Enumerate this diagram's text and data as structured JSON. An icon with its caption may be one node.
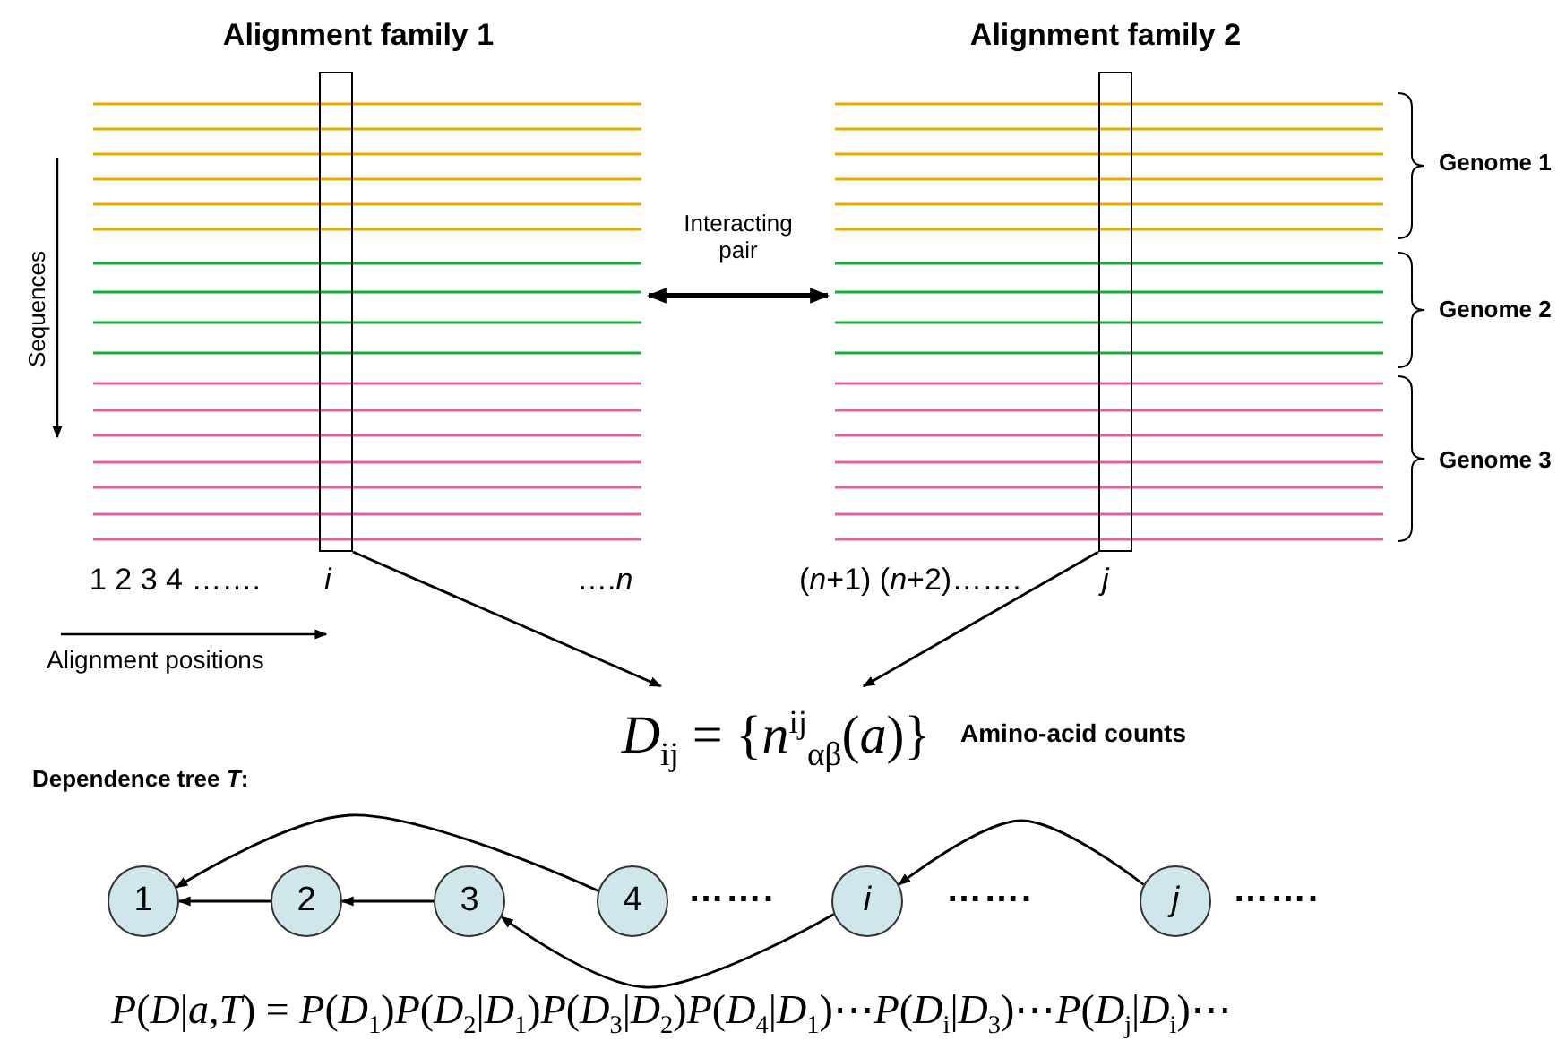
{
  "diagram": {
    "nodes": [
      {
        "text": [
          "Alignment family 1"
        ]
      },
      {
        "text": [],
        "shape": "box",
        "in": 0
      },
      {
        "text": [
          "Alignment family 2"
        ]
      },
      {
        "text": [],
        "shape": "box",
        "in": 2
      },
      {
        "text": [
          "*D*$_{ij}$ = {*n*$^{ij}$$_{αβ}$(*a*)}"
        ],
        "beside": [
          "Amino-acid counts"
        ]
      },
      {
        "text": [
          "1"
        ]
      },
      {
        "text": [
          "2"
        ]
      },
      {
        "text": [
          "3"
        ]
      },
      {
        "text": [
          "4"
        ]
      },
      {
        "text": [
          "*i*"
        ]
      },
      {
        "text": [
          "*j*"
        ]
      }
    ],
    "edges": [
      {
        "from": 0,
        "to": 2,
        "arrow": "both",
        "label": "Interacting pair",
        "style": "thick"
      },
      {
        "from": 1,
        "to": 4,
        "arrow": "to"
      },
      {
        "from": 3,
        "to": 4,
        "arrow": "to"
      },
      {
        "from": 6,
        "to": 5,
        "arrow": "to"
      },
      {
        "from": 7,
        "to": 6,
        "arrow": "to"
      },
      {
        "from": 8,
        "to": 5,
        "arrow": "to"
      },
      {
        "from": 9,
        "to": 7,
        "arrow": "to"
      },
      {
        "from": 10,
        "to": 9,
        "arrow": "to"
      }
    ],
    "labels": [
      "Genome 1",
      "Genome 2",
      "Genome 3",
      "Sequences",
      "1 2 3 4 …….",
      "*i*",
      "….*n*",
      "(*n*+1) (*n*+2)…….",
      "*j*",
      "Alignment positions",
      "Dependence tree *T*:",
      "…….",
      "…….",
      "…….",
      "*P*(*D*|*a*,*T*) = *P*(*D*$_{1}$)*P*(*D*$_{2}$|*D*$_{1}$)*P*(*D*$_{3}$|*D*$_{2}$)*P*(*D*$_{4}$|*D*$_{1}$)⋯*P*(*D*$_{i}$|*D*$_{3}$)⋯*P*(*D*$_{j}$|*D*$_{i}$)⋯"
    ]
  }
}
